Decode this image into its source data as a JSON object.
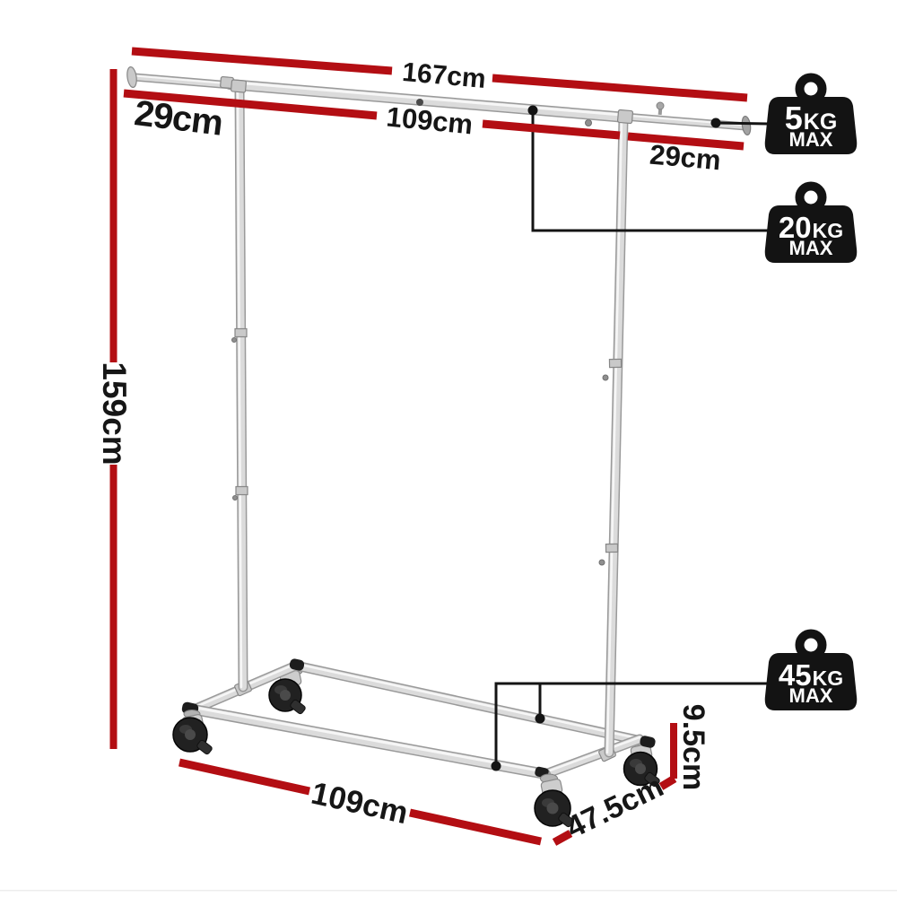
{
  "dimensions": {
    "top_rail_total": "167cm",
    "left_extension": "29cm",
    "inner_width": "109cm",
    "right_extension": "29cm",
    "height": "159cm",
    "base_length": "109cm",
    "base_depth": "47.5cm",
    "caster_height": "9.5cm"
  },
  "capacities": [
    {
      "value": "5",
      "unit": "KG",
      "qualifier": "MAX"
    },
    {
      "value": "20",
      "unit": "KG",
      "qualifier": "MAX"
    },
    {
      "value": "45",
      "unit": "KG",
      "qualifier": "MAX"
    }
  ],
  "colors": {
    "dimension_red": "#b30e13",
    "annotation_black": "#141414",
    "label_text": "#161616",
    "weight_icon_bg": "#131313",
    "weight_icon_text": "#ffffff",
    "tube_body": "#dbdbdb",
    "tube_edge": "#9a9a9a",
    "wheel_black": "#212121"
  }
}
